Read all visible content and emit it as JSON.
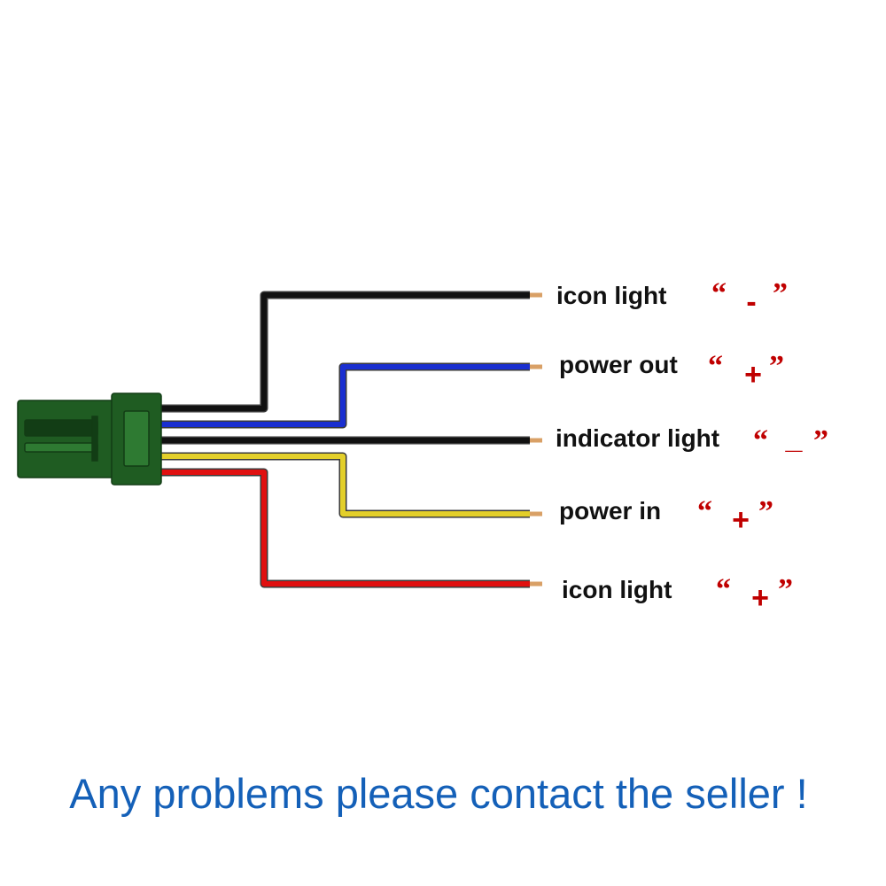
{
  "colors": {
    "connector": "#1f5c22",
    "connector_dark": "#123d15",
    "connector_light": "#2e7a32",
    "polarity": "#c00000",
    "footer": "#1460b8",
    "terminal": "#d9a066"
  },
  "wires": [
    {
      "label": "icon light",
      "color": "#111111",
      "polarity_sign": "-"
    },
    {
      "label": "power out",
      "color": "#1a2fd0",
      "polarity_sign": "+"
    },
    {
      "label": "indicator light",
      "color": "#111111",
      "polarity_sign": "_"
    },
    {
      "label": "power in",
      "color": "#e3cf2a",
      "polarity_sign": "+"
    },
    {
      "label": "icon light",
      "color": "#e01010",
      "polarity_sign": "+"
    }
  ],
  "quote_open": "“",
  "quote_close": "”",
  "footer": {
    "text": "Any problems please contact the seller !"
  }
}
